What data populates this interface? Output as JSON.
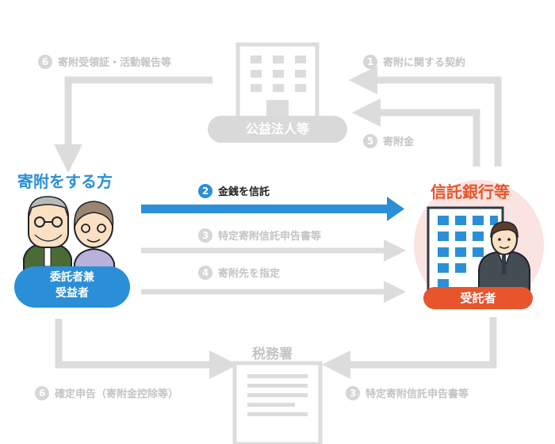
{
  "donor": {
    "title": "寄附をする方",
    "role_line1": "委託者兼",
    "role_line2": "受益者"
  },
  "bank": {
    "title": "信託銀行等",
    "role": "受託者"
  },
  "corporation": {
    "label": "公益法人等"
  },
  "tax_office": {
    "label": "税務署"
  },
  "steps": {
    "s1": {
      "num": "1",
      "text": "寄附に関する契約"
    },
    "s2": {
      "num": "2",
      "text": "金銭を信託"
    },
    "s3": {
      "num": "3",
      "text": "特定寄附信託申告書等"
    },
    "s3b": {
      "num": "3",
      "text": "特定寄附信託申告書等"
    },
    "s4": {
      "num": "4",
      "text": "寄附先を指定"
    },
    "s5": {
      "num": "5",
      "text": "寄附金"
    },
    "s6": {
      "num": "6",
      "text": "寄附受領証・活動報告等"
    },
    "s6b": {
      "num": "6",
      "text": "確定申告（寄附金控除等）"
    }
  },
  "colors": {
    "accent_blue": "#2a8fd8",
    "accent_red": "#e8552c",
    "muted": "#dcdcdc",
    "muted_text": "#c4c4c4"
  },
  "icons": [
    "building-icon",
    "office-building-icon",
    "document-icon",
    "elderly-man-icon",
    "elderly-woman-icon",
    "businessman-icon"
  ]
}
